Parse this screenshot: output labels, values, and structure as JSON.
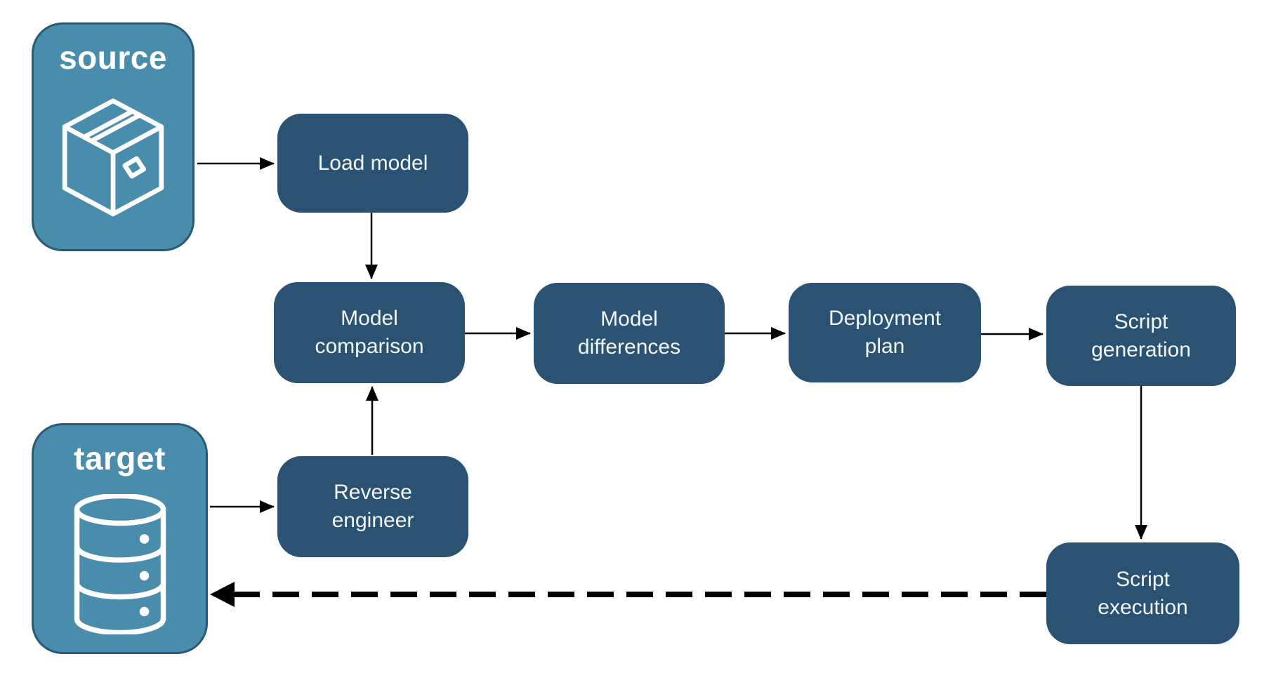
{
  "diagram": {
    "endpoints": {
      "source": {
        "label": "source",
        "icon": "package-icon"
      },
      "target": {
        "label": "target",
        "icon": "database-icon"
      }
    },
    "nodes": {
      "load_model": {
        "label": "Load model"
      },
      "model_comparison": {
        "label": "Model comparison"
      },
      "model_differences": {
        "label": "Model differences"
      },
      "deployment_plan": {
        "label": "Deployment plan"
      },
      "script_generation": {
        "label": "Script generation"
      },
      "reverse_engineer": {
        "label": "Reverse engineer"
      },
      "script_execution": {
        "label": "Script execution"
      }
    },
    "edges": [
      {
        "from": "source",
        "to": "load_model",
        "style": "solid"
      },
      {
        "from": "load_model",
        "to": "model_comparison",
        "style": "solid"
      },
      {
        "from": "model_comparison",
        "to": "model_differences",
        "style": "solid"
      },
      {
        "from": "model_differences",
        "to": "deployment_plan",
        "style": "solid"
      },
      {
        "from": "deployment_plan",
        "to": "script_generation",
        "style": "solid"
      },
      {
        "from": "script_generation",
        "to": "script_execution",
        "style": "solid"
      },
      {
        "from": "target",
        "to": "reverse_engineer",
        "style": "solid"
      },
      {
        "from": "reverse_engineer",
        "to": "model_comparison",
        "style": "solid"
      },
      {
        "from": "script_execution",
        "to": "target",
        "style": "dashed"
      }
    ],
    "colors": {
      "node_fill": "#2B5173",
      "endpoint_fill": "#4A8CAB",
      "endpoint_border": "#2A5A72",
      "text": "#FFFFFF",
      "arrow": "#000000",
      "background": "#FFFFFF"
    }
  }
}
